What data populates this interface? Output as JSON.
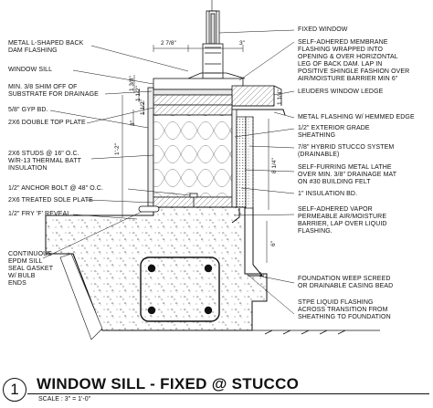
{
  "labels_left": [
    "METAL L-SHAPED BACK\nDAM FLASHING",
    "WINDOW SILL",
    "MIN. 3/8 SHIM OFF OF\nSUBSTRATE FOR DRAINAGE",
    "5/8\" GYP BD.",
    "2X6 DOUBLE TOP PLATE",
    "2X6 STUDS @ 16\" O.C.\nW/R-13 THERMAL BATT\nINSULATION",
    "1/2\" ANCHOR BOLT @ 48\" O.C.",
    "2X6 TREATED SOLE PLATE",
    "1/2\" FRY 'F' REVEAL",
    "CONTINUOUS\nEPDM SILL\nSEAL GASKET\nW/ BULB\nENDS"
  ],
  "labels_right": [
    "FIXED WINDOW",
    "SELF-ADHERED MEMBRANE\nFLASHING WRAPPED INTO\nOPENING & OVER HORIZONTAL\nLEG OF BACK DAM. LAP IN\nPOSITIVE SHINGLE FASHION OVER\nAIR/MOISTURE BARRIER MIN 6\"",
    "LEUDERS WINDOW LEDGE",
    "METAL FLASHING W/ HEMMED EDGE",
    "1/2\" EXTERIOR GRADE\nSHEATHING",
    "7/8\" HYBRID STUCCO SYSTEM\n(DRAINABLE)",
    "SELF-FURRING METAL LATHE\nOVER MIN. 3/8\" DRAINAGE MAT\nON #30 BUILDING FELT",
    "1\" INSULATION BD.",
    "SELF-ADHERED VAPOR\nPERMEABLE AIR/MOISTURE\nBARRIER, LAP OVER LIQUID\nFLASHING.",
    "FOUNDATION WEEP SCREED\nOR DRAINABLE CASING BEAD",
    "STPE LIQUID FLASHING\nACROSS TRANSITION FROM\nSHEATHING TO FOUNDATION"
  ],
  "dimensions": {
    "d1": "2 7/8\"",
    "d2": "3\"",
    "d3": "1 3/8\"",
    "d4": "1 1/2\"",
    "d5": "1 1/2\"",
    "d6": "3\"",
    "d7": "1'-2\"",
    "d8": "1 1/4\"",
    "d9": "8 1/4\"",
    "d10": "6\"",
    "d11": "2\""
  },
  "title": {
    "number": "1",
    "text": "WINDOW SILL - FIXED @ STUCCO",
    "scale": "SCALE :  3\" = 1'-0\""
  }
}
